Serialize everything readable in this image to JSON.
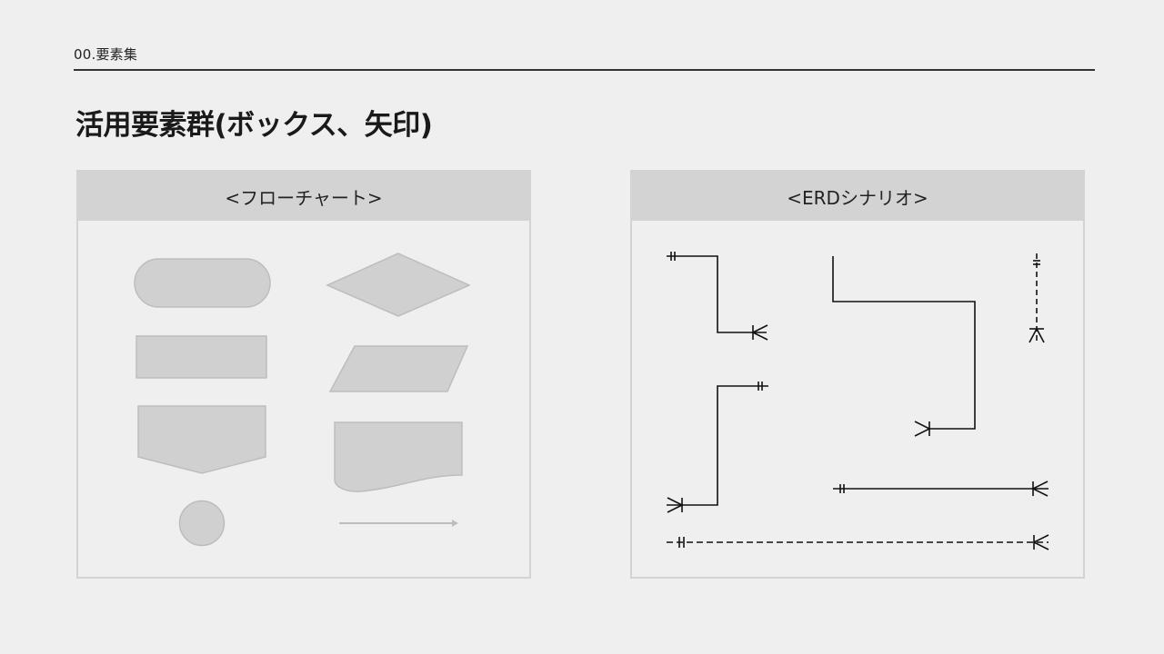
{
  "header": {
    "section_label": "00.要素集",
    "title": "活用要素群(ボックス、矢印)"
  },
  "colors": {
    "background": "#efefef",
    "panel_header": "#d3d3d3",
    "shape_fill": "#d0d0d0",
    "shape_stroke": "#bdbdbd",
    "erd_line": "#111111",
    "rule": "#333333"
  },
  "panels": [
    {
      "title": "<フローチャート>",
      "shapes": [
        {
          "type": "terminator",
          "label": "rounded-rectangle"
        },
        {
          "type": "decision",
          "label": "diamond"
        },
        {
          "type": "process",
          "label": "rectangle"
        },
        {
          "type": "data",
          "label": "parallelogram"
        },
        {
          "type": "off-page-connector",
          "label": "pentagon"
        },
        {
          "type": "document",
          "label": "document"
        },
        {
          "type": "connector",
          "label": "circle"
        },
        {
          "type": "flow-arrow",
          "label": "arrow"
        }
      ]
    },
    {
      "title": "<ERDシナリオ>",
      "connectors": [
        {
          "from": "one-and-only-one",
          "to": "one-or-many",
          "style": "solid",
          "shape": "elbow-down"
        },
        {
          "from": "none",
          "to": "one-or-many",
          "style": "solid",
          "shape": "elbow-down-right-down"
        },
        {
          "from": "one-and-only-one",
          "to": "one-or-many",
          "style": "dashed",
          "shape": "vertical"
        },
        {
          "from": "one-and-only-one",
          "to": "one-or-many",
          "style": "solid",
          "shape": "elbow-up"
        },
        {
          "from": "one-and-only-one",
          "to": "one-or-many",
          "style": "solid",
          "shape": "horizontal"
        },
        {
          "from": "one-and-only-one",
          "to": "one-or-many",
          "style": "dashed",
          "shape": "horizontal"
        }
      ]
    }
  ]
}
